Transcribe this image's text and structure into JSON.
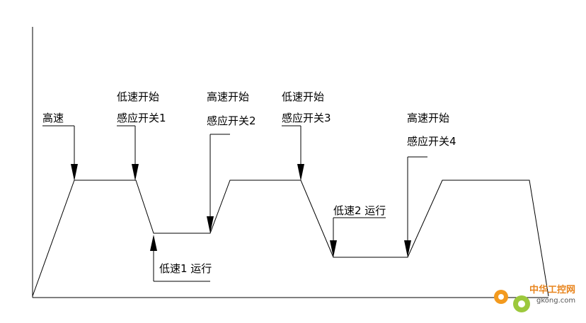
{
  "labels": {
    "high_speed": "高速",
    "low_start_1_line1": "低速开始",
    "low_start_1_line2": "感应开关1",
    "high_start_2_line1": "高速开始",
    "high_start_2_line2": "感应开关2",
    "low_start_3_line1": "低速开始",
    "low_start_3_line2": "感应开关3",
    "high_start_4_line1": "高速开始",
    "high_start_4_line2": "感应开关4",
    "low_run_1": "低速1 运行",
    "low_run_2": "低速2 运行"
  },
  "watermark": {
    "cn": "中华工控网",
    "en": "gkong.com",
    "colors": {
      "cn": "#e8841c",
      "en": "#555555",
      "gear_orange": "#f39a1e",
      "gear_green": "#9cc83c"
    }
  }
}
